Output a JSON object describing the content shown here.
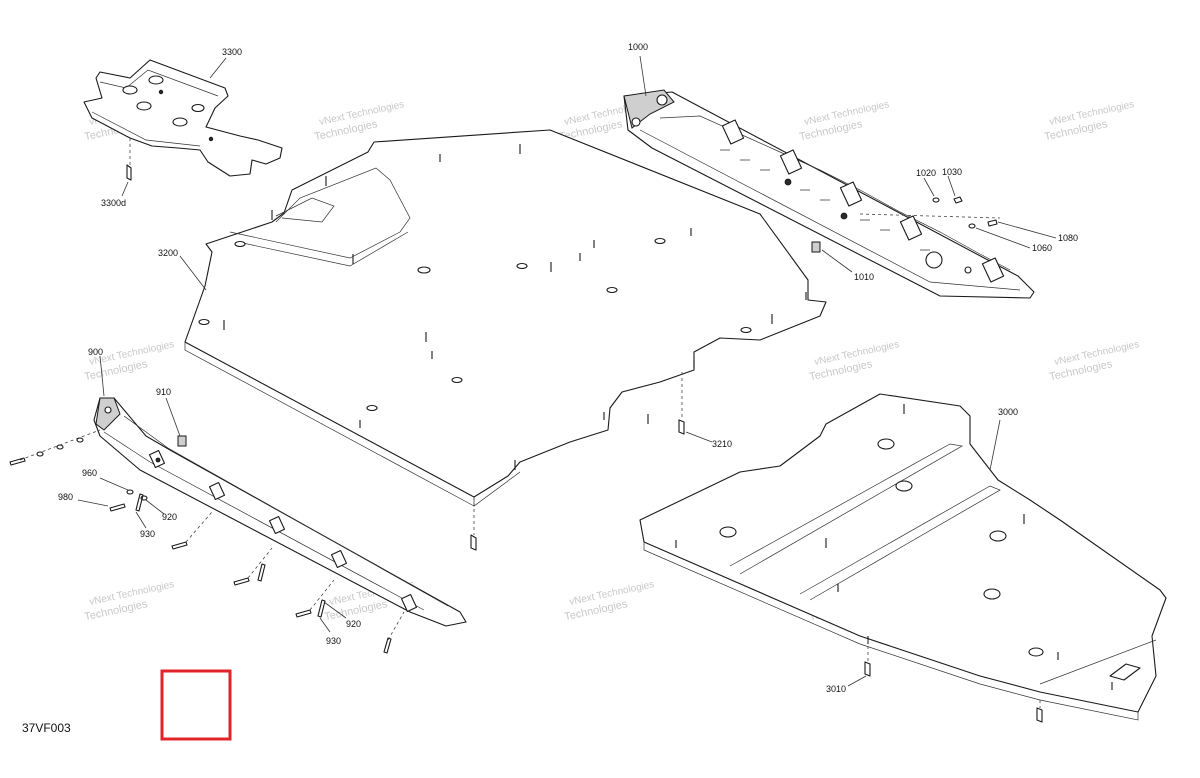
{
  "diagram_code": "37VF003",
  "watermark": {
    "line1": "vNext",
    "line2": "Technologies",
    "line3": "vNext Technologies"
  },
  "part_labels": {
    "p3300": "3300",
    "p3300d": "3300d",
    "p1000": "1000",
    "p1020": "1020",
    "p1030": "1030",
    "p1080": "1080",
    "p1060": "1060",
    "p1010": "1010",
    "p3200": "3200",
    "p900": "900",
    "p910": "910",
    "p960": "960",
    "p980": "980",
    "p920a": "920",
    "p930a": "930",
    "p920b": "920",
    "p930b": "930",
    "p3210": "3210",
    "p3000": "3000",
    "p3010": "3010"
  },
  "colors": {
    "marker": "#e0242a",
    "line": "#1a1a1a",
    "watermark": "#c8c8c8"
  }
}
